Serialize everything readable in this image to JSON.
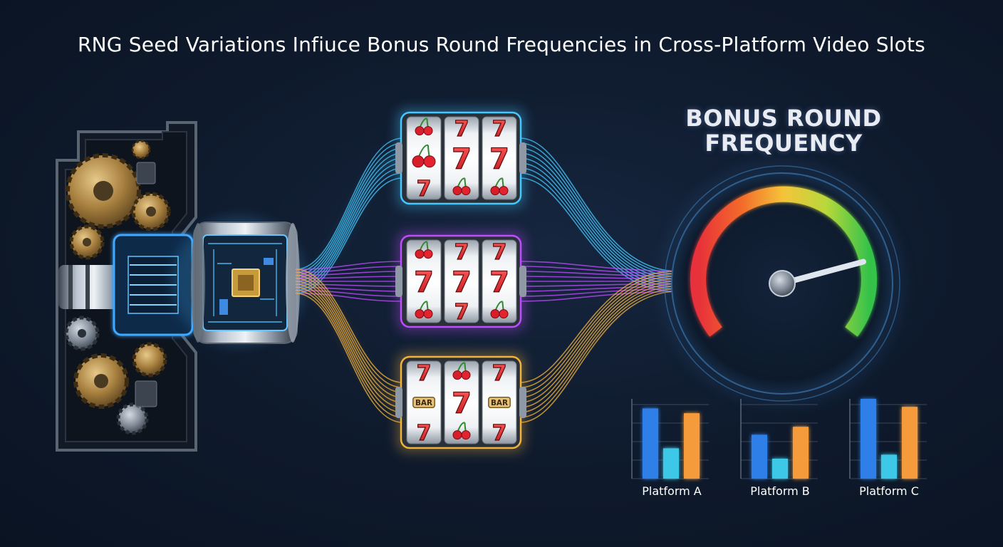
{
  "title": "RNG Seed Variations Infiuce Bonus Round Frequencies in Cross-Platform Video Slots",
  "gauge": {
    "title_line1": "BONUS ROUND",
    "title_line2": "FREQUENCY",
    "needle_level": 0.8
  },
  "slot_machines": [
    {
      "glow_color": "#44c8ff",
      "reels": [
        [
          "cherry",
          "cherry",
          "7"
        ],
        [
          "7",
          "7",
          "cherry"
        ],
        [
          "7",
          "7",
          "cherry"
        ]
      ]
    },
    {
      "glow_color": "#c04cff",
      "reels": [
        [
          "cherry",
          "7",
          "cherry"
        ],
        [
          "7",
          "7",
          "7"
        ],
        [
          "7",
          "7",
          "cherry"
        ]
      ]
    },
    {
      "glow_color": "#f2b23c",
      "reels": [
        [
          "7",
          "BAR",
          "7"
        ],
        [
          "cherry",
          "7",
          "cherry"
        ],
        [
          "7",
          "BAR",
          "7"
        ]
      ]
    }
  ],
  "reel_bar_label": "BAR",
  "platforms": [
    {
      "label": "Platform A",
      "bars": [
        0.88,
        0.38,
        0.82
      ]
    },
    {
      "label": "Platform B",
      "bars": [
        0.55,
        0.25,
        0.65
      ]
    },
    {
      "label": "Platform C",
      "bars": [
        1.0,
        0.3,
        0.9
      ]
    }
  ],
  "bar_colors": [
    "#2f7fe8",
    "#3cc8e8",
    "#f59b3a"
  ],
  "colors": {
    "gauge_low": "#e8303a",
    "gauge_mid": "#f5c43a",
    "gauge_high": "#35c24a",
    "stream_blue": "#44c8ff",
    "stream_purple": "#c04cff",
    "stream_gold": "#f2b23c"
  }
}
